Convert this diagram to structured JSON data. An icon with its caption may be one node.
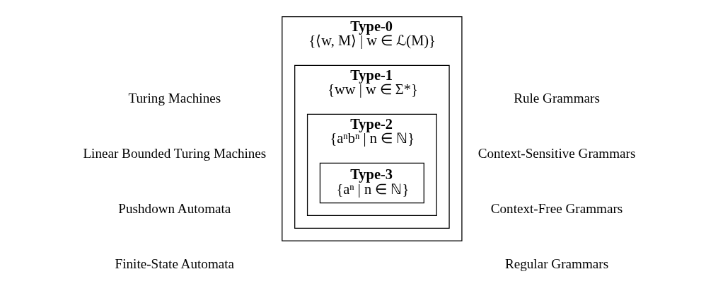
{
  "diagram": {
    "nodes": [
      {
        "text": [
          "Type-0",
          "{⟨w, M⟩ | w ∈ ℒ(M)}"
        ]
      },
      {
        "text": [
          "Type-1",
          "{ww | w ∈ Σ*}"
        ],
        "in": 0
      },
      {
        "text": [
          "Type-2",
          "{aⁿbⁿ | n ∈ ℕ}"
        ],
        "in": 1
      },
      {
        "text": [
          "Type-3",
          "{aⁿ | n ∈ ℕ}"
        ],
        "in": 2
      }
    ],
    "edges": [],
    "labels": [
      "Turing Machines",
      "Rule Grammars",
      "Linear Bounded Turing Machines",
      "Context-Sensitive Grammars",
      "Pushdown Automata",
      "Context-Free Grammars",
      "Finite-State Automata",
      "Regular Grammars"
    ]
  }
}
